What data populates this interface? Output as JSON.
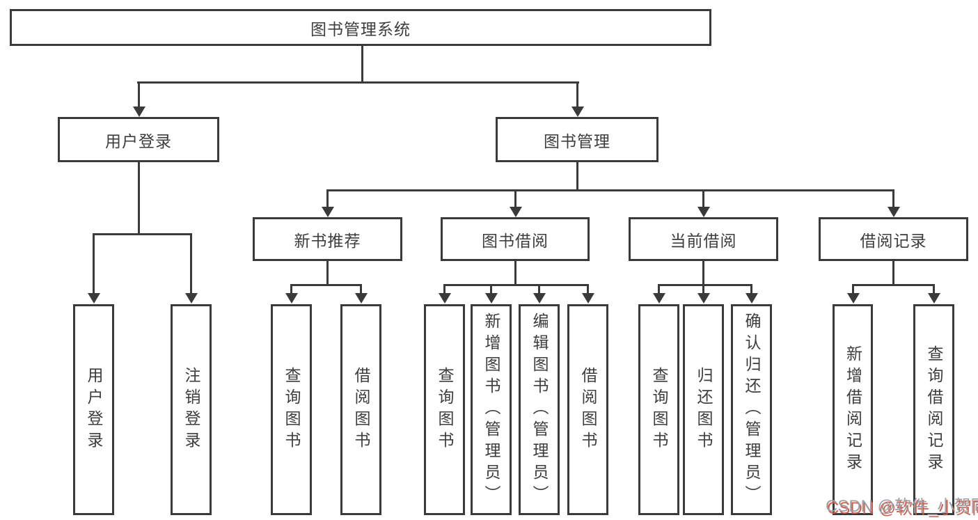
{
  "diagram": {
    "title_node": "图书管理系统",
    "branches": [
      {
        "label": "用户登录",
        "children": [
          {
            "label": "用户登录"
          },
          {
            "label": "注销登录"
          }
        ]
      },
      {
        "label": "图书管理",
        "children": [
          {
            "label": "新书推荐",
            "children": [
              {
                "label": "查询图书"
              },
              {
                "label": "借阅图书"
              }
            ]
          },
          {
            "label": "图书借阅",
            "children": [
              {
                "label": "查询图书"
              },
              {
                "label": "新增图书（管理员）"
              },
              {
                "label": "编辑图书（管理员）"
              },
              {
                "label": "借阅图书"
              }
            ]
          },
          {
            "label": "当前借阅",
            "children": [
              {
                "label": "查询图书"
              },
              {
                "label": "归还图书"
              },
              {
                "label": "确认归还（管理员）"
              }
            ]
          },
          {
            "label": "借阅记录",
            "children": [
              {
                "label": "新增借阅记录"
              },
              {
                "label": "查询借阅记录"
              }
            ]
          }
        ]
      }
    ]
  },
  "watermark": "CSDN @软件_小贺同学",
  "colors": {
    "line": "#3a3a3a",
    "text": "#3d3d3d",
    "background": "#ffffff",
    "watermark_gray": "#99a1a9",
    "watermark_red": "#d95844"
  }
}
